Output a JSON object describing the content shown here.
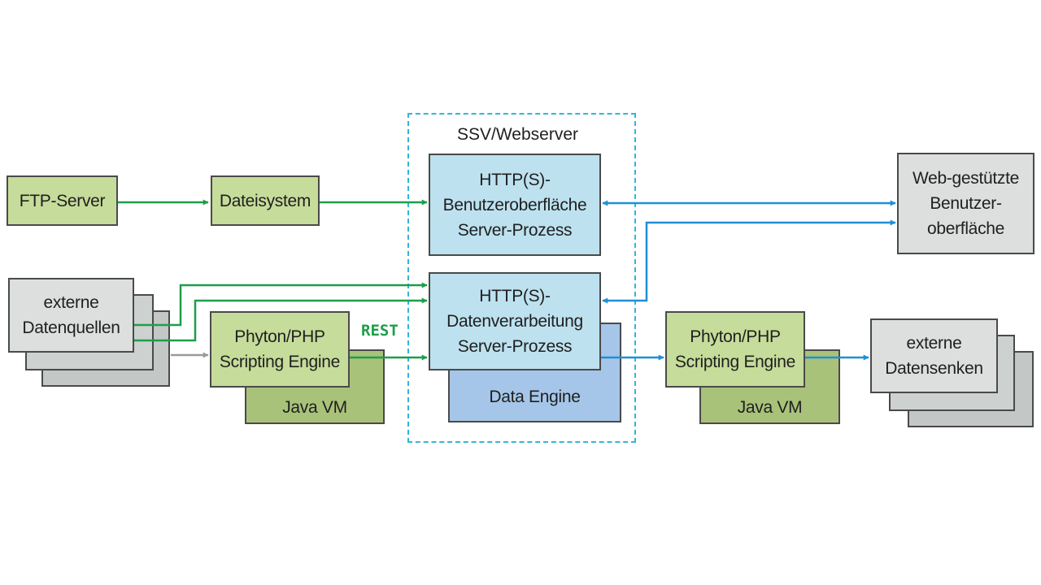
{
  "colors": {
    "green_arrow": "#1e9e4a",
    "blue_arrow": "#1f8fd6",
    "gray_arrow": "#9a9a9a",
    "frame": "#34b5d9"
  },
  "frame": {
    "title": "SSV/Webserver"
  },
  "nodes": {
    "ftp": "FTP-Server",
    "dateisystem": "Dateisystem",
    "ext_sources": "externe\nDatenquellen",
    "scripting_left": "Phyton/PHP\nScripting Engine",
    "javavm_left": "Java VM",
    "rest": "REST",
    "http_ui": "HTTP(S)-\nBenutzeroberfläche\nServer-Prozess",
    "http_data": "HTTP(S)-\nDatenverarbeitung\nServer-Prozess",
    "data_engine": "Data Engine",
    "web_ui": "Web-gestützte\nBenutzer-\noberfläche",
    "scripting_right": "Phyton/PHP\nScripting Engine",
    "javavm_right": "Java VM",
    "ext_sinks": "externe\nDatensenken"
  }
}
